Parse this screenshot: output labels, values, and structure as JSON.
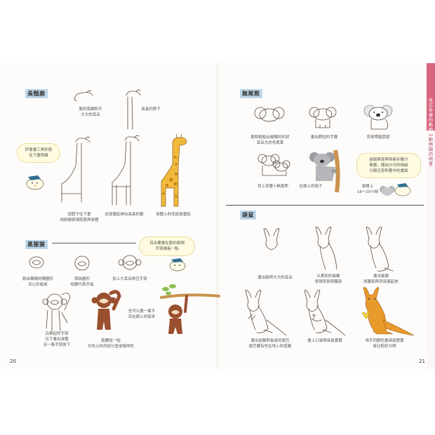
{
  "left_page": {
    "page_number": "20",
    "giraffe": {
      "title": "長頸鹿",
      "captions": [
        "臉的弧線較平\n大大的耳朵",
        "長長的脖子",
        "從脖子往下畫\n用斜線表現屁股與身體",
        "從身體延伸出長長的腳",
        "身體上的花紋是重點"
      ],
      "bubble": "好像畫三角形般\n往下畫斜線"
    },
    "monkey": {
      "title": "黑猩猩",
      "captions": [
        "臉由橫躺的橢圓形\n及心形組成",
        "頭為圓形\n短線代表手指",
        "加上大耳朵與舌手臂",
        "沿舉起的手臂\n往下畫出身體\n另一隻手臂放下",
        "臉要短一點\n白色以外的部分塗成咖啡色",
        "也可以畫一隻手\n吊在樹上的版本"
      ],
      "bubble": "耳朵要畫在臉的兩側\n手臂細長一點"
    }
  },
  "right_page": {
    "page_number": "21",
    "tab_label_top": "各式各樣的動物",
    "tab_label_bottom": "動物園的明星",
    "koala": {
      "title": "無尾熊",
      "captions": [
        "臉和點點似蝴蝶的形狀\n耳朵大的毛茸茸",
        "畫出肥短的手腳",
        "背部帶圓弧感",
        "背上背著小無尾熊",
        "在樹上的扇子"
      ],
      "bubble": "繪製無尾熊時將步驟分\n開畫，藉由分次的描繪\n分解尤容則著中的畫面",
      "note": "會睡上\n18～20小時"
    },
    "kangaroo": {
      "title": "袋鼠",
      "captions": [
        "畫出臉與大大的耳朵",
        "以柔和的曲線\n表現背部與腹部",
        "畫出後腿\n將腹部與背部連起來",
        "畫出前腳與長長的尾巴\n尾巴要有些在地上的感覺",
        "畫上口袋與袋鼠寶寶",
        "用不同顏色畫袋鼠寶寶\n會比較好分辨"
      ]
    }
  },
  "colors": {
    "tab_pink": "#d7657f",
    "title_bg": "#bcd6ea",
    "giraffe_fill": "#f1b93a",
    "monkey_fill": "#9a4f2f",
    "kangaroo_fill": "#e99a2c",
    "branch": "#c9934e",
    "leaf": "#8cc152"
  }
}
